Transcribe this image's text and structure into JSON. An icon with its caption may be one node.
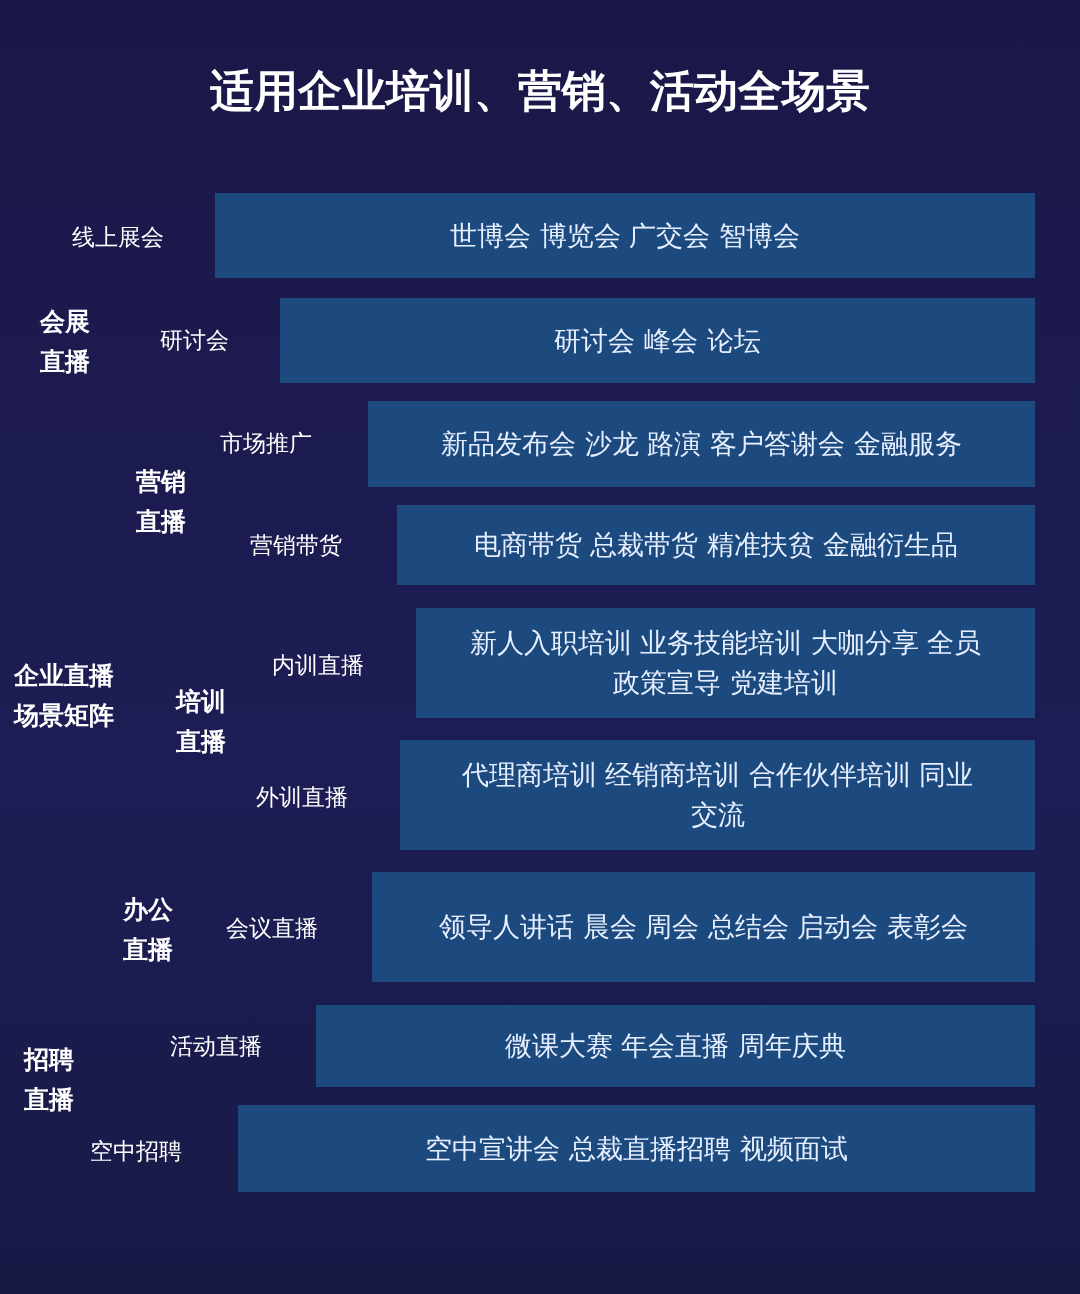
{
  "diagram": {
    "title": "适用企业培训、营销、活动全场景",
    "nodes": [
      {
        "text": [
          "世博会 博览会 广交会 智博会"
        ],
        "beside": [
          "线上展会"
        ]
      },
      {
        "text": [
          "研讨会 峰会 论坛"
        ],
        "beside": [
          "研讨会"
        ]
      },
      {
        "text": [
          "新品发布会 沙龙 路演 客户答谢会 金融服务"
        ],
        "beside": [
          "市场推广"
        ]
      },
      {
        "text": [
          "电商带货 总裁带货 精准扶贫 金融衍生品"
        ],
        "beside": [
          "营销带货"
        ]
      },
      {
        "text": [
          "新人入职培训 业务技能培训 大咖分享 全员政策宣导 党建培训"
        ],
        "beside": [
          "内训直播"
        ]
      },
      {
        "text": [
          "代理商培训 经销商培训 合作伙伴培训 同业交流"
        ],
        "beside": [
          "外训直播"
        ]
      },
      {
        "text": [
          "领导人讲话 晨会 周会 总结会 启动会 表彰会"
        ],
        "beside": [
          "会议直播"
        ]
      },
      {
        "text": [
          "微课大赛 年会直播 周年庆典"
        ],
        "beside": [
          "活动直播"
        ]
      },
      {
        "text": [
          "空中宣讲会 总裁直播招聘 视频面试"
        ],
        "beside": [
          "空中招聘"
        ]
      }
    ],
    "labels": [
      "会展直播",
      "营销直播",
      "企业直播场景矩阵",
      "培训直播",
      "办公直播",
      "招聘直播"
    ]
  }
}
